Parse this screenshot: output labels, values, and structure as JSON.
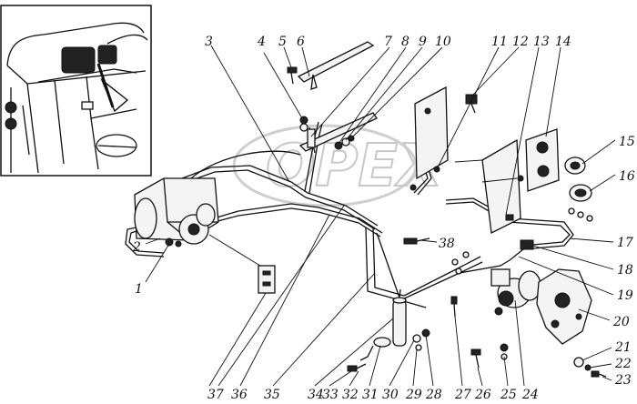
{
  "diagram": {
    "watermark": "OPEX",
    "labels": [
      "1",
      "2",
      "3",
      "4",
      "5",
      "6",
      "7",
      "8",
      "9",
      "10",
      "11",
      "12",
      "13",
      "14",
      "15",
      "16",
      "17",
      "18",
      "19",
      "20",
      "21",
      "22",
      "23",
      "24",
      "25",
      "26",
      "27",
      "28",
      "29",
      "30",
      "31",
      "32",
      "33",
      "34",
      "35",
      "36",
      "37",
      "38"
    ]
  }
}
